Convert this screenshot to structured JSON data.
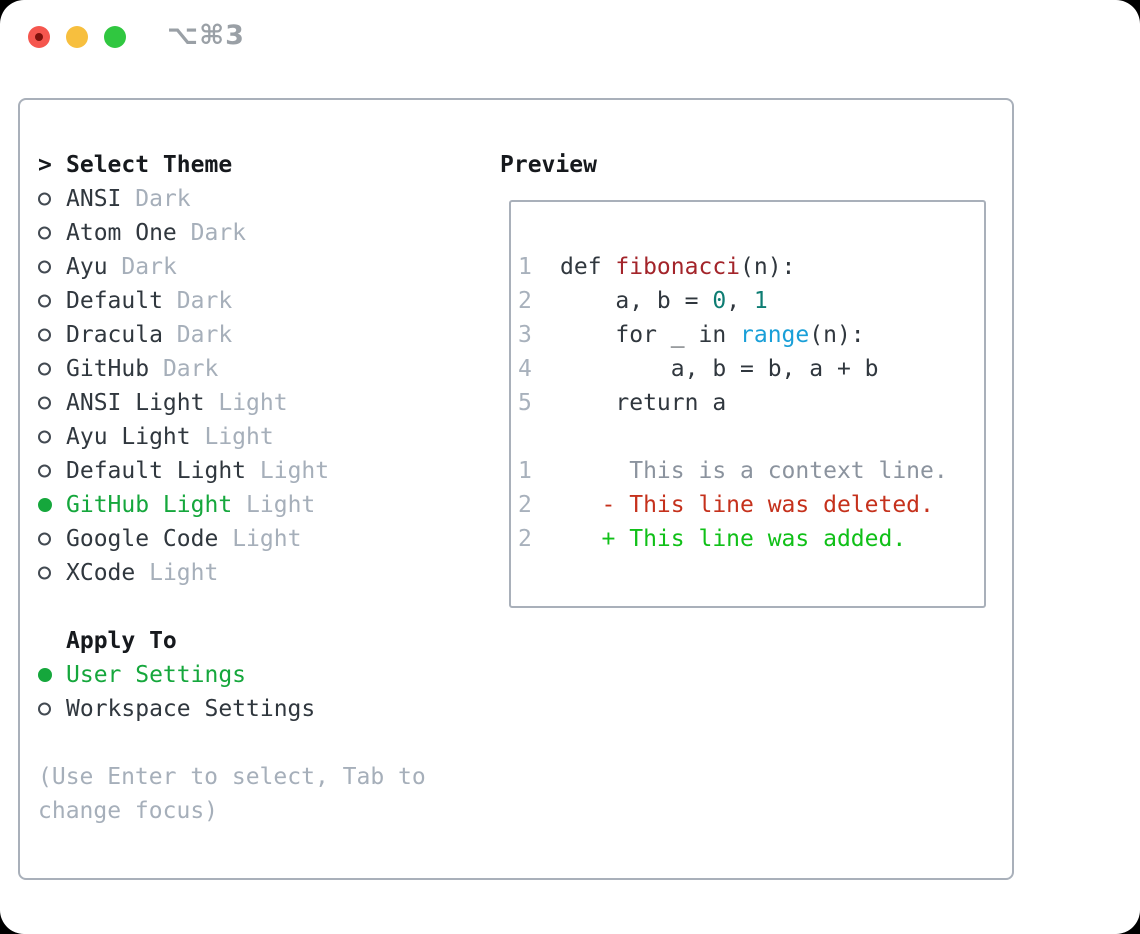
{
  "titlebar": {
    "title": "⌥⌘3"
  },
  "theme_picker": {
    "pointer": ">",
    "header": "Select Theme",
    "items": [
      {
        "name": "ANSI",
        "variant": "Dark",
        "selected": false
      },
      {
        "name": "Atom One",
        "variant": "Dark",
        "selected": false
      },
      {
        "name": "Ayu",
        "variant": "Dark",
        "selected": false
      },
      {
        "name": "Default",
        "variant": "Dark",
        "selected": false
      },
      {
        "name": "Dracula",
        "variant": "Dark",
        "selected": false
      },
      {
        "name": "GitHub",
        "variant": "Dark",
        "selected": false
      },
      {
        "name": "ANSI Light",
        "variant": "Light",
        "selected": false
      },
      {
        "name": "Ayu Light",
        "variant": "Light",
        "selected": false
      },
      {
        "name": "Default Light",
        "variant": "Light",
        "selected": false
      },
      {
        "name": "GitHub Light",
        "variant": "Light",
        "selected": true
      },
      {
        "name": "Google Code",
        "variant": "Light",
        "selected": false
      },
      {
        "name": "XCode",
        "variant": "Light",
        "selected": false
      }
    ]
  },
  "apply_to": {
    "header": "Apply To",
    "options": [
      {
        "name": "User Settings",
        "selected": true
      },
      {
        "name": "Workspace Settings",
        "selected": false
      }
    ]
  },
  "hint": {
    "line1": "(Use Enter to select, Tab to",
    "line2": "change focus)"
  },
  "preview": {
    "header": "Preview",
    "lines": [
      {
        "num": "1",
        "seg0": "def ",
        "seg1": "fibonacci",
        "seg2": "(n):"
      },
      {
        "num": "2",
        "seg0": "    a, b = ",
        "seg1": "0",
        "seg2": ", ",
        "seg3": "1"
      },
      {
        "num": "3",
        "seg0": "    for _ in ",
        "seg1": "range",
        "seg2": "(n):"
      },
      {
        "num": "4",
        "seg0": "        a, b = b, a + b"
      },
      {
        "num": "5",
        "seg0": "    return a"
      },
      {
        "num": "1",
        "seg0": "     This is a context line."
      },
      {
        "num": "2",
        "seg0": "   - This line was deleted."
      },
      {
        "num": "2",
        "seg0": "   + This line was added."
      }
    ]
  },
  "colors": {
    "selected_green": "#15a73c",
    "diff_added_green": "#10c018",
    "diff_deleted_red": "#c5311c",
    "function_red": "#a3242a",
    "number_teal": "#0e7d73",
    "builtin_blue": "#199fd8",
    "muted_gray": "#a6afba",
    "border_gray": "#a9b0ba",
    "text_dark": "#30373e"
  }
}
